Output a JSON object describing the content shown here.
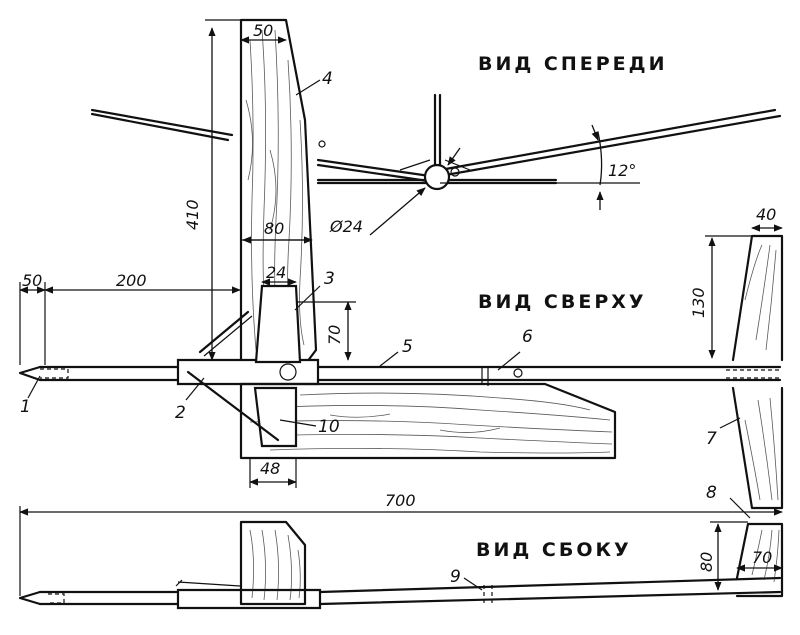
{
  "views": {
    "front": "ВИД СПЕРЕДИ",
    "top": "ВИД СВЕРХУ",
    "side": "ВИД СБОКУ"
  },
  "dimensions": {
    "d50_fin": "50",
    "d410": "410",
    "d80": "80",
    "d24": "24",
    "d70": "70",
    "d50_nose": "50",
    "d200": "200",
    "d48": "48",
    "d40": "40",
    "d130": "130",
    "d700": "700",
    "d80_side": "80",
    "d70_side": "70",
    "dihedral": "12°",
    "diameter": "Ø24"
  },
  "callouts": {
    "c1": "1",
    "c2": "2",
    "c3": "3",
    "c4": "4",
    "c5": "5",
    "c6": "6",
    "c7": "7",
    "c8": "8",
    "c9": "9",
    "c10": "10"
  }
}
